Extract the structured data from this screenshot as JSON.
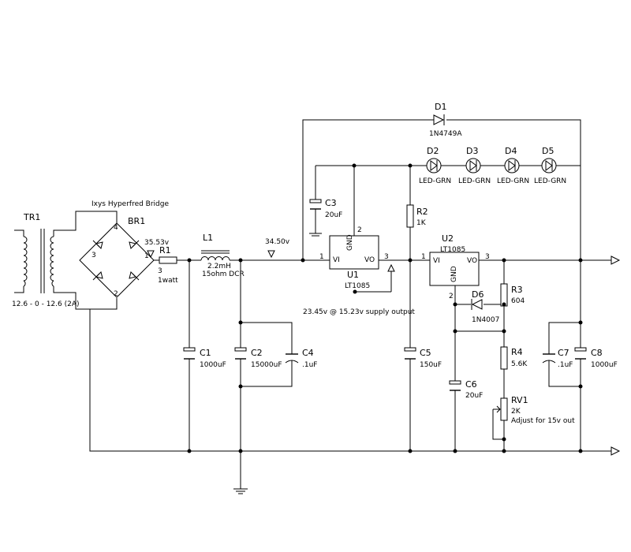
{
  "transformer": {
    "ref": "TR1",
    "rating": "12.6 - 0 - 12.6 (2A)"
  },
  "bridge": {
    "ref": "BR1",
    "title": "Ixys Hyperfred Bridge",
    "pin_top": "4",
    "pin_left": "3",
    "pin_right": "1",
    "pin_bottom": "2"
  },
  "r1": {
    "ref": "R1",
    "value": "3",
    "power": "1watt"
  },
  "l1": {
    "ref": "L1",
    "value": "2.2mH",
    "dcr": "15ohm DCR"
  },
  "probes": {
    "v1": "35.53v",
    "v2": "34.50v"
  },
  "c1": {
    "ref": "C1",
    "value": "1000uF"
  },
  "c2": {
    "ref": "C2",
    "value": "15000uF"
  },
  "c3": {
    "ref": "C3",
    "value": "20uF"
  },
  "c4": {
    "ref": "C4",
    "value": ".1uF"
  },
  "c5": {
    "ref": "C5",
    "value": "150uF"
  },
  "c6": {
    "ref": "C6",
    "value": "20uF"
  },
  "c7": {
    "ref": "C7",
    "value": ".1uF"
  },
  "c8": {
    "ref": "C8",
    "value": "1000uF"
  },
  "u1": {
    "ref": "U1",
    "part": "LT1085",
    "pin_vi": "VI",
    "pin_vo": "VO",
    "pin_gnd": "GND",
    "num_in": "1",
    "num_out": "3",
    "num_gnd": "2"
  },
  "u2": {
    "ref": "U2",
    "part": "LT1085",
    "pin_vi": "VI",
    "pin_vo": "VO",
    "pin_gnd": "GND",
    "num_in": "1",
    "num_out": "3",
    "num_gnd": "2"
  },
  "r2": {
    "ref": "R2",
    "value": "1K"
  },
  "r3": {
    "ref": "R3",
    "value": "604"
  },
  "r4": {
    "ref": "R4",
    "value": "5.6K"
  },
  "rv1": {
    "ref": "RV1",
    "value": "2K",
    "note": "Adjust for 15v out"
  },
  "d1": {
    "ref": "D1",
    "part": "1N4749A"
  },
  "d6": {
    "ref": "D6",
    "part": "1N4007"
  },
  "leds": [
    {
      "ref": "D2",
      "part": "LED-GRN"
    },
    {
      "ref": "D3",
      "part": "LED-GRN"
    },
    {
      "ref": "D4",
      "part": "LED-GRN"
    },
    {
      "ref": "D5",
      "part": "LED-GRN"
    }
  ],
  "output_note": "23.45v @ 15.23v supply output"
}
